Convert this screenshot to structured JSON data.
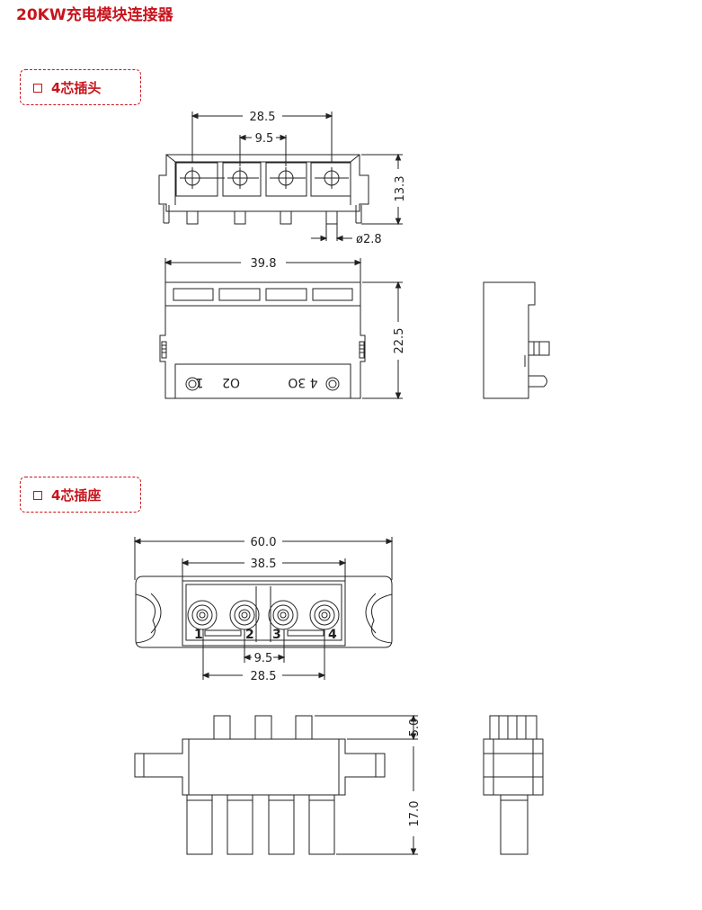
{
  "title": "20KW充电模块连接器",
  "sections": {
    "plug": {
      "label": "4芯插头"
    },
    "socket": {
      "label": "4芯插座"
    }
  },
  "plug_dims": {
    "width_outer": "28.5",
    "pitch": "9.5",
    "height": "13.3",
    "pin_dia": "ø2.8",
    "body_width": "39.8",
    "body_height": "22.5",
    "pin_marks": [
      "1",
      "O2",
      "4 3O"
    ]
  },
  "socket_dims": {
    "overall": "60.0",
    "inner": "38.5",
    "pitch": "9.5",
    "span": "28.5",
    "pin_top": "5.0",
    "pin_bottom": "17.0",
    "pin_numbers": [
      "1",
      "2",
      "3",
      "4"
    ]
  }
}
